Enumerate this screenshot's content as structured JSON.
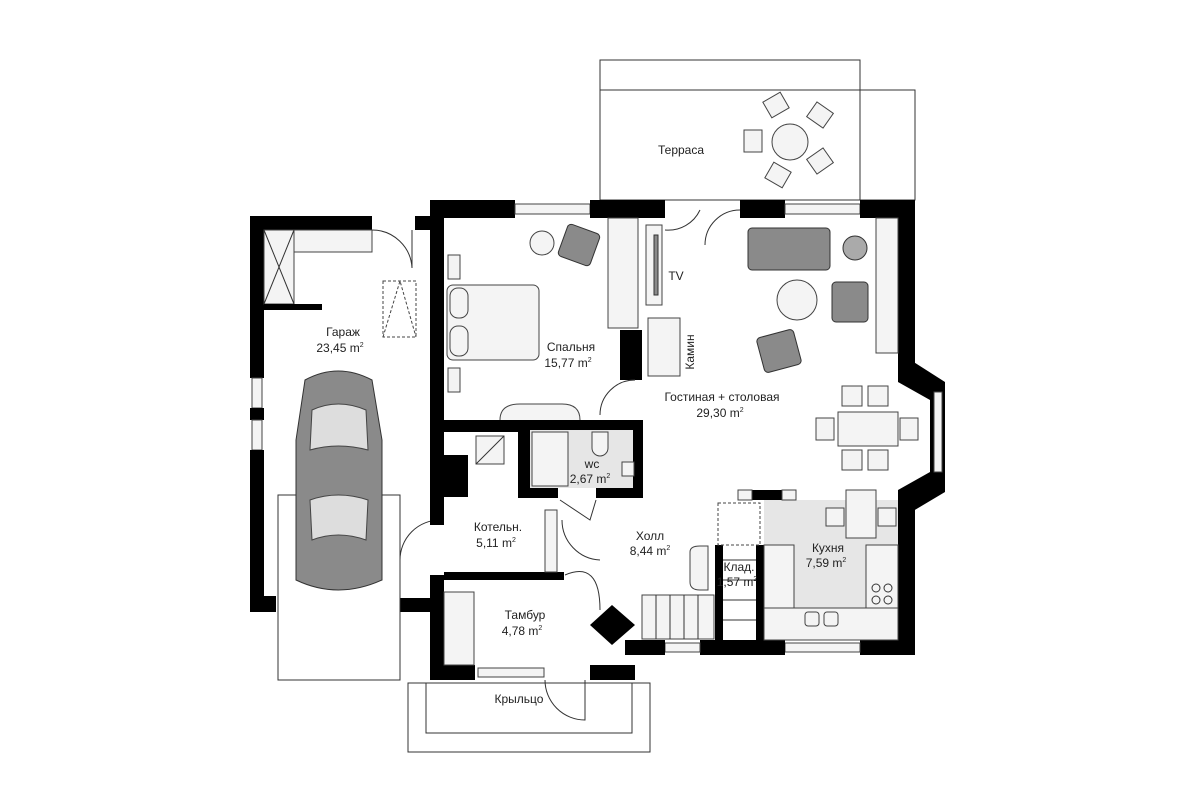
{
  "rooms": {
    "terrace": {
      "name": "Терраса"
    },
    "garage": {
      "name": "Гараж",
      "area": "23,45 m",
      "unit_sup": "2"
    },
    "bedroom": {
      "name": "Спальня",
      "area": "15,77 m",
      "unit_sup": "2"
    },
    "living": {
      "name": "Гостиная + столовая",
      "area": "29,30 m",
      "unit_sup": "2"
    },
    "wc": {
      "name": "wc",
      "area": "2,67 m",
      "unit_sup": "2"
    },
    "boiler": {
      "name": "Котельн.",
      "area": "5,11 m",
      "unit_sup": "2"
    },
    "hall": {
      "name": "Холл",
      "area": "8,44 m",
      "unit_sup": "2"
    },
    "storage": {
      "name": "Клад.",
      "area": "1,57 m",
      "unit_sup": "2"
    },
    "kitchen": {
      "name": "Кухня",
      "area": "7,59 m",
      "unit_sup": "2"
    },
    "vestibule": {
      "name": "Тамбур",
      "area": "4,78 m",
      "unit_sup": "2"
    },
    "porch": {
      "name": "Крыльцо"
    }
  },
  "fixtures": {
    "tv": "TV",
    "fireplace": "Камин"
  }
}
